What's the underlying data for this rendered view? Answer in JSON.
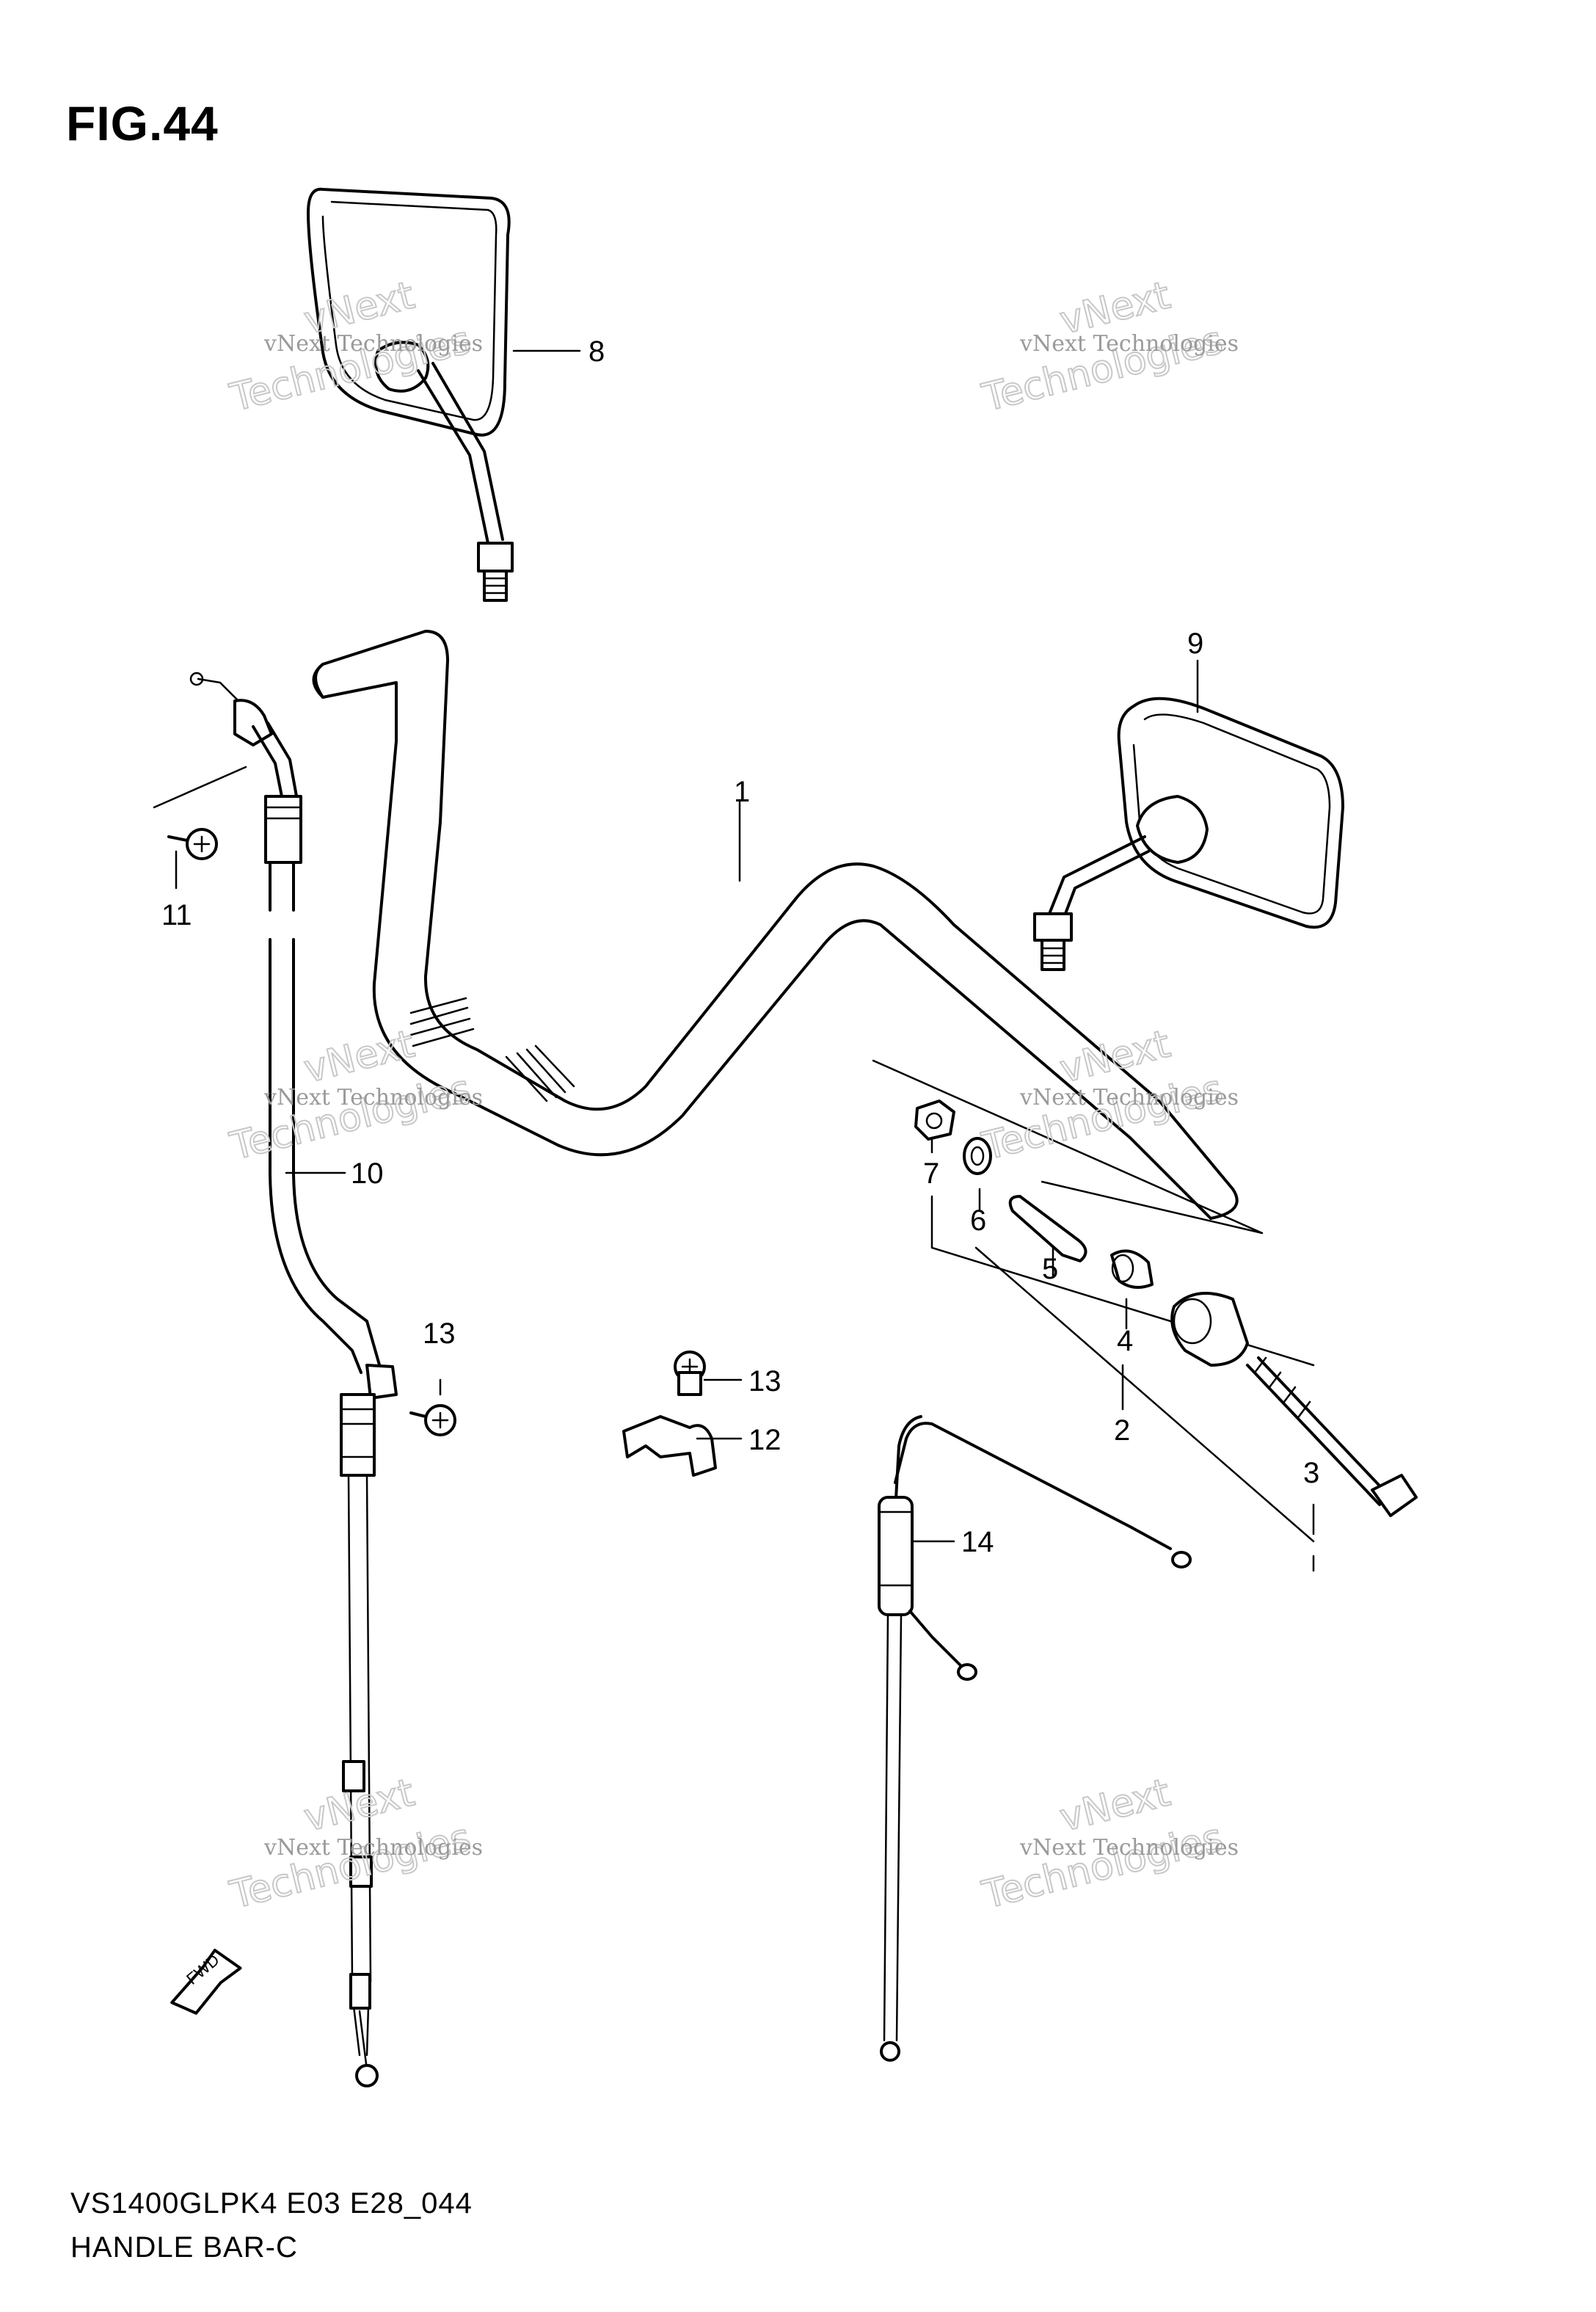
{
  "figure": {
    "title": "FIG.44",
    "model_code": "VS1400GLPK4 E03 E28_044",
    "section_name": "HANDLE BAR-C"
  },
  "part_labels": [
    "1",
    "2",
    "3",
    "4",
    "5",
    "6",
    "7",
    "8",
    "9",
    "10",
    "11",
    "12",
    "13",
    "13",
    "14"
  ],
  "watermark": {
    "line1": "vNext Technologies",
    "big_word1": "vNext",
    "big_word2": "Technologies"
  },
  "direction_marker": "FWD"
}
